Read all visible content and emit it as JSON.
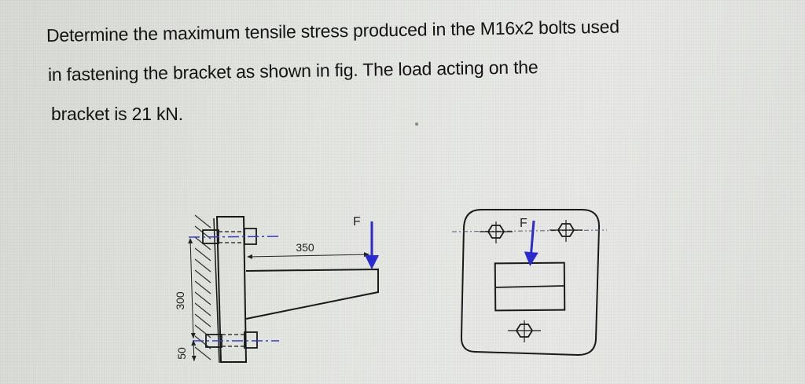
{
  "problem": {
    "lines": [
      "Determine the maximum tensile stress produced in the M16x2 bolts used",
      "in fastening the bracket as shown in fig.  The load acting on the",
      "bracket is 21 kN."
    ],
    "bolt_size": "M16x2",
    "load": "21 kN"
  },
  "figure": {
    "side_view": {
      "dim_horizontal": "350",
      "dim_vertical_bolt_spacing": "300",
      "dim_vertical_bottom": "50",
      "force_label": "F"
    },
    "front_view": {
      "force_label": "F",
      "bolt_count": 3
    },
    "colors": {
      "force_arrow": "#2a2ad0",
      "centerline": "#3a3ac0",
      "outline": "#1a1a1a"
    }
  }
}
